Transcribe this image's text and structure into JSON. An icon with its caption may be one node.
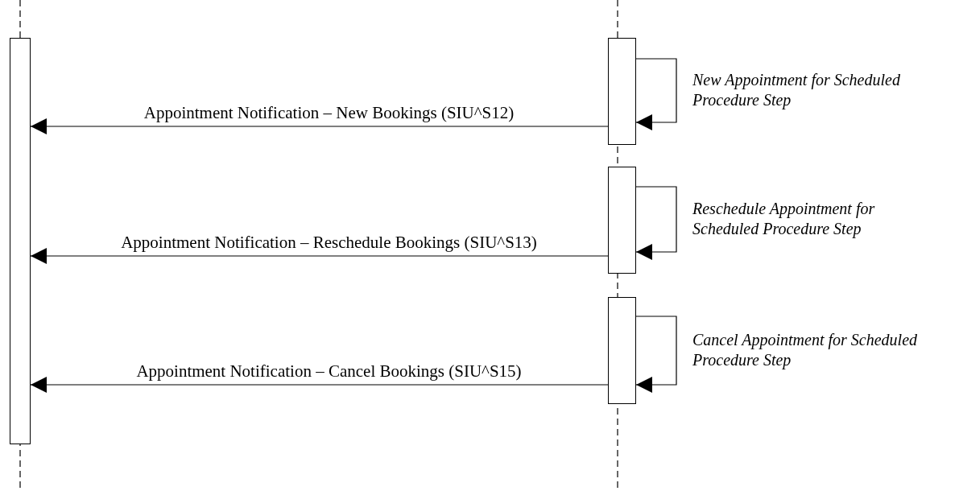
{
  "diagram": {
    "nodes": [
      {
        "text": [],
        "shape": "bar"
      },
      {
        "text": [],
        "shape": "bar"
      },
      {
        "text": [],
        "shape": "bar"
      },
      {
        "text": [],
        "shape": "bar"
      }
    ],
    "edges": [
      {
        "from": 1,
        "to": 1,
        "arrow": "to",
        "label": "New Appointment for Scheduled Procedure Step"
      },
      {
        "from": 1,
        "to": 0,
        "arrow": "to",
        "label": "Appointment Notification – New Bookings (SIU^S12)"
      },
      {
        "from": 2,
        "to": 2,
        "arrow": "to",
        "label": "Reschedule Appointment for Scheduled Procedure Step"
      },
      {
        "from": 2,
        "to": 0,
        "arrow": "to",
        "label": "Appointment Notification – Reschedule Bookings (SIU^S13)"
      },
      {
        "from": 3,
        "to": 3,
        "arrow": "to",
        "label": "Cancel Appointment for Scheduled Procedure Step"
      },
      {
        "from": 3,
        "to": 0,
        "arrow": "to",
        "label": "Appointment Notification – Cancel Bookings (SIU^S15)"
      }
    ]
  }
}
